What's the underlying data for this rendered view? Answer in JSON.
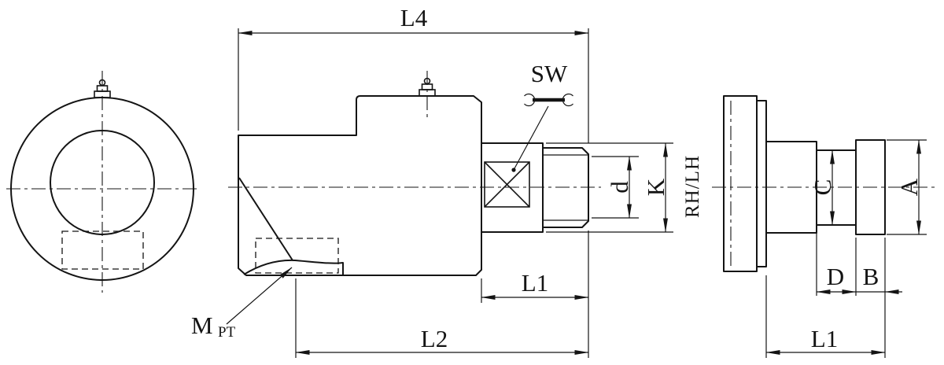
{
  "drawing": {
    "background": "#ffffff",
    "line_color": "#141414",
    "dims": {
      "l4": "L4",
      "sw": "SW",
      "d_small": "d",
      "k": "K",
      "rh_lh": "RH/LH",
      "l1_side": "L1",
      "l2": "L2",
      "m": "M",
      "pt": "PT",
      "c": "C",
      "a": "A",
      "d_cap": "D",
      "b": "B",
      "l1_rotor": "L1"
    },
    "icons": {
      "wrench": "double-open-end-wrench",
      "grease_fitting": "grease-nipple"
    }
  }
}
